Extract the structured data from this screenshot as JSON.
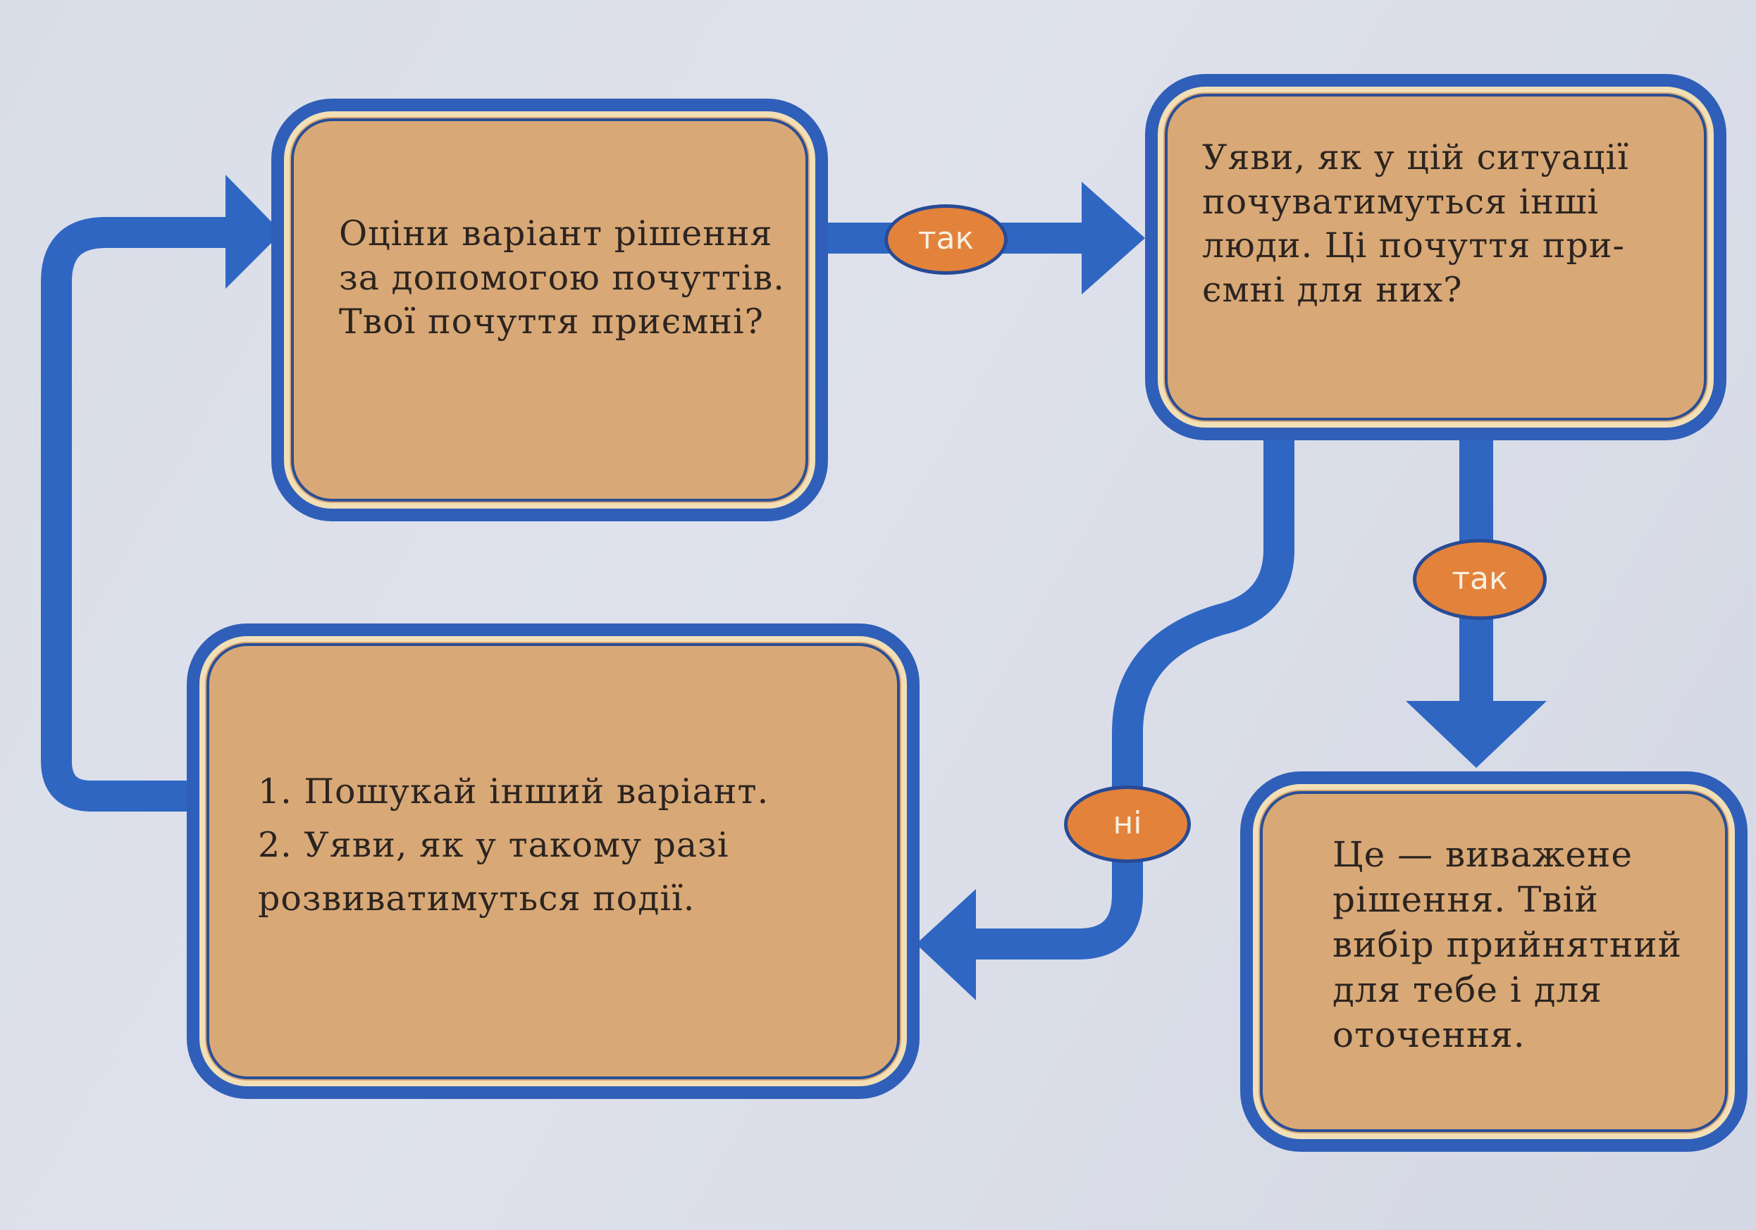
{
  "colors": {
    "connector": "#2f66c2",
    "box_border": "#2f5fb8",
    "box_fill": "#d8a876",
    "badge_fill": "#e3823b",
    "text": "#2b2420"
  },
  "nodes": {
    "evaluate": {
      "text": "Оціни варіант рішення\nза допомогою почуттів.\nТвої почуття приємні?"
    },
    "imagine": {
      "text": "Уяви, як у цій ситуації\nпочуватимуться інші\nлюди. Ці почуття при-\nємні для них?"
    },
    "search": {
      "text": "1. Пошукай інший варіант.\n2. Уяви, як у такому разі\nрозвиватимуться події."
    },
    "decision": {
      "text": "Це — виважене\nрішення. Твій\nвибір прийнятний\nдля тебе і для\nоточення."
    }
  },
  "edges": {
    "evaluate_to_imagine": "так",
    "imagine_to_decision": "так",
    "imagine_to_search": "ні"
  }
}
